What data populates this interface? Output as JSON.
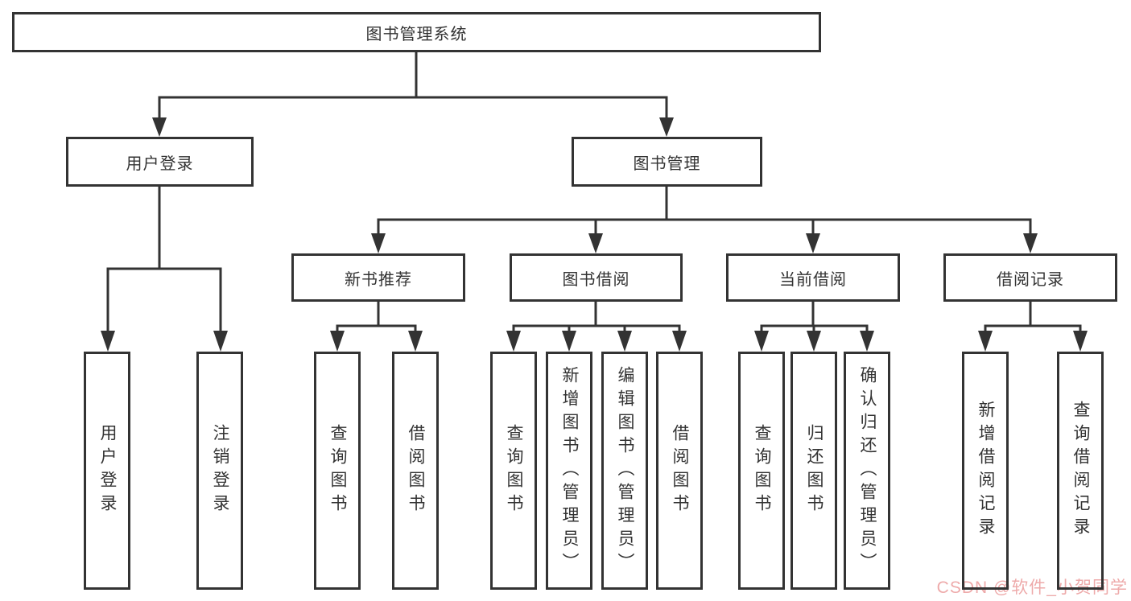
{
  "tree": {
    "root": {
      "label": "图书管理系统",
      "children": [
        {
          "label": "用户登录",
          "children": [
            {
              "label": "用户登录"
            },
            {
              "label": "注销登录"
            }
          ]
        },
        {
          "label": "图书管理",
          "children": [
            {
              "label": "新书推荐",
              "children": [
                {
                  "label": "查询图书"
                },
                {
                  "label": "借阅图书"
                }
              ]
            },
            {
              "label": "图书借阅",
              "children": [
                {
                  "label": "查询图书"
                },
                {
                  "label": "新增图书（管理员）"
                },
                {
                  "label": "编辑图书（管理员）"
                },
                {
                  "label": "借阅图书"
                }
              ]
            },
            {
              "label": "当前借阅",
              "children": [
                {
                  "label": "查询图书"
                },
                {
                  "label": "归还图书"
                },
                {
                  "label": "确认归还（管理员）"
                }
              ]
            },
            {
              "label": "借阅记录",
              "children": [
                {
                  "label": "新增借阅记录"
                },
                {
                  "label": "查询借阅记录"
                }
              ]
            }
          ]
        }
      ]
    }
  },
  "watermark": {
    "text": "CSDN @软件_小贺同学",
    "color": "#eeaaaa"
  },
  "colors": {
    "line": "#333333",
    "box_border": "#333333",
    "text": "#333333",
    "background": "#ffffff"
  }
}
